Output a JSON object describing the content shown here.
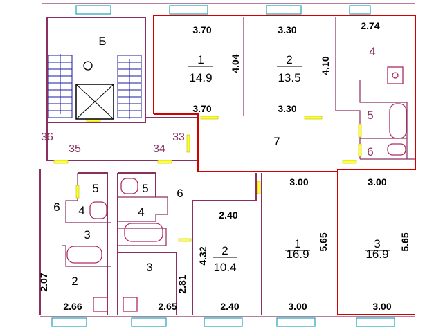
{
  "staircase_label": "Б",
  "apartment_top": {
    "rooms": [
      {
        "num": "1",
        "area": "14.9"
      },
      {
        "num": "2",
        "area": "13.5"
      },
      {
        "num": "4"
      },
      {
        "num": "5"
      },
      {
        "num": "6"
      },
      {
        "num": "7"
      }
    ],
    "dims": [
      "3.70",
      "3.30",
      "2.74",
      "4.04",
      "4.10",
      "3.70",
      "3.30"
    ]
  },
  "hall_labels": [
    "36",
    "35",
    "34",
    "33"
  ],
  "apartment_left": {
    "rooms": [
      {
        "num": "6"
      },
      {
        "num": "5"
      },
      {
        "num": "4"
      },
      {
        "num": "3"
      },
      {
        "num": "2"
      }
    ],
    "dims": [
      "2.07",
      "2.66"
    ]
  },
  "apartment_middle": {
    "rooms": [
      {
        "num": "5"
      },
      {
        "num": "4"
      },
      {
        "num": "6"
      },
      {
        "num": "3"
      },
      {
        "num": "2",
        "area": "10.4"
      }
    ],
    "dims": [
      "2.40",
      "2.81",
      "4.32",
      "2.65",
      "2.40"
    ]
  },
  "apartment_right": {
    "rooms": [
      {
        "num": "1",
        "area": "16.9"
      },
      {
        "num": "3",
        "area": "16.9"
      }
    ],
    "dims": [
      "3.00",
      "3.00",
      "5.65",
      "5.65",
      "3.00",
      "3.00"
    ]
  }
}
